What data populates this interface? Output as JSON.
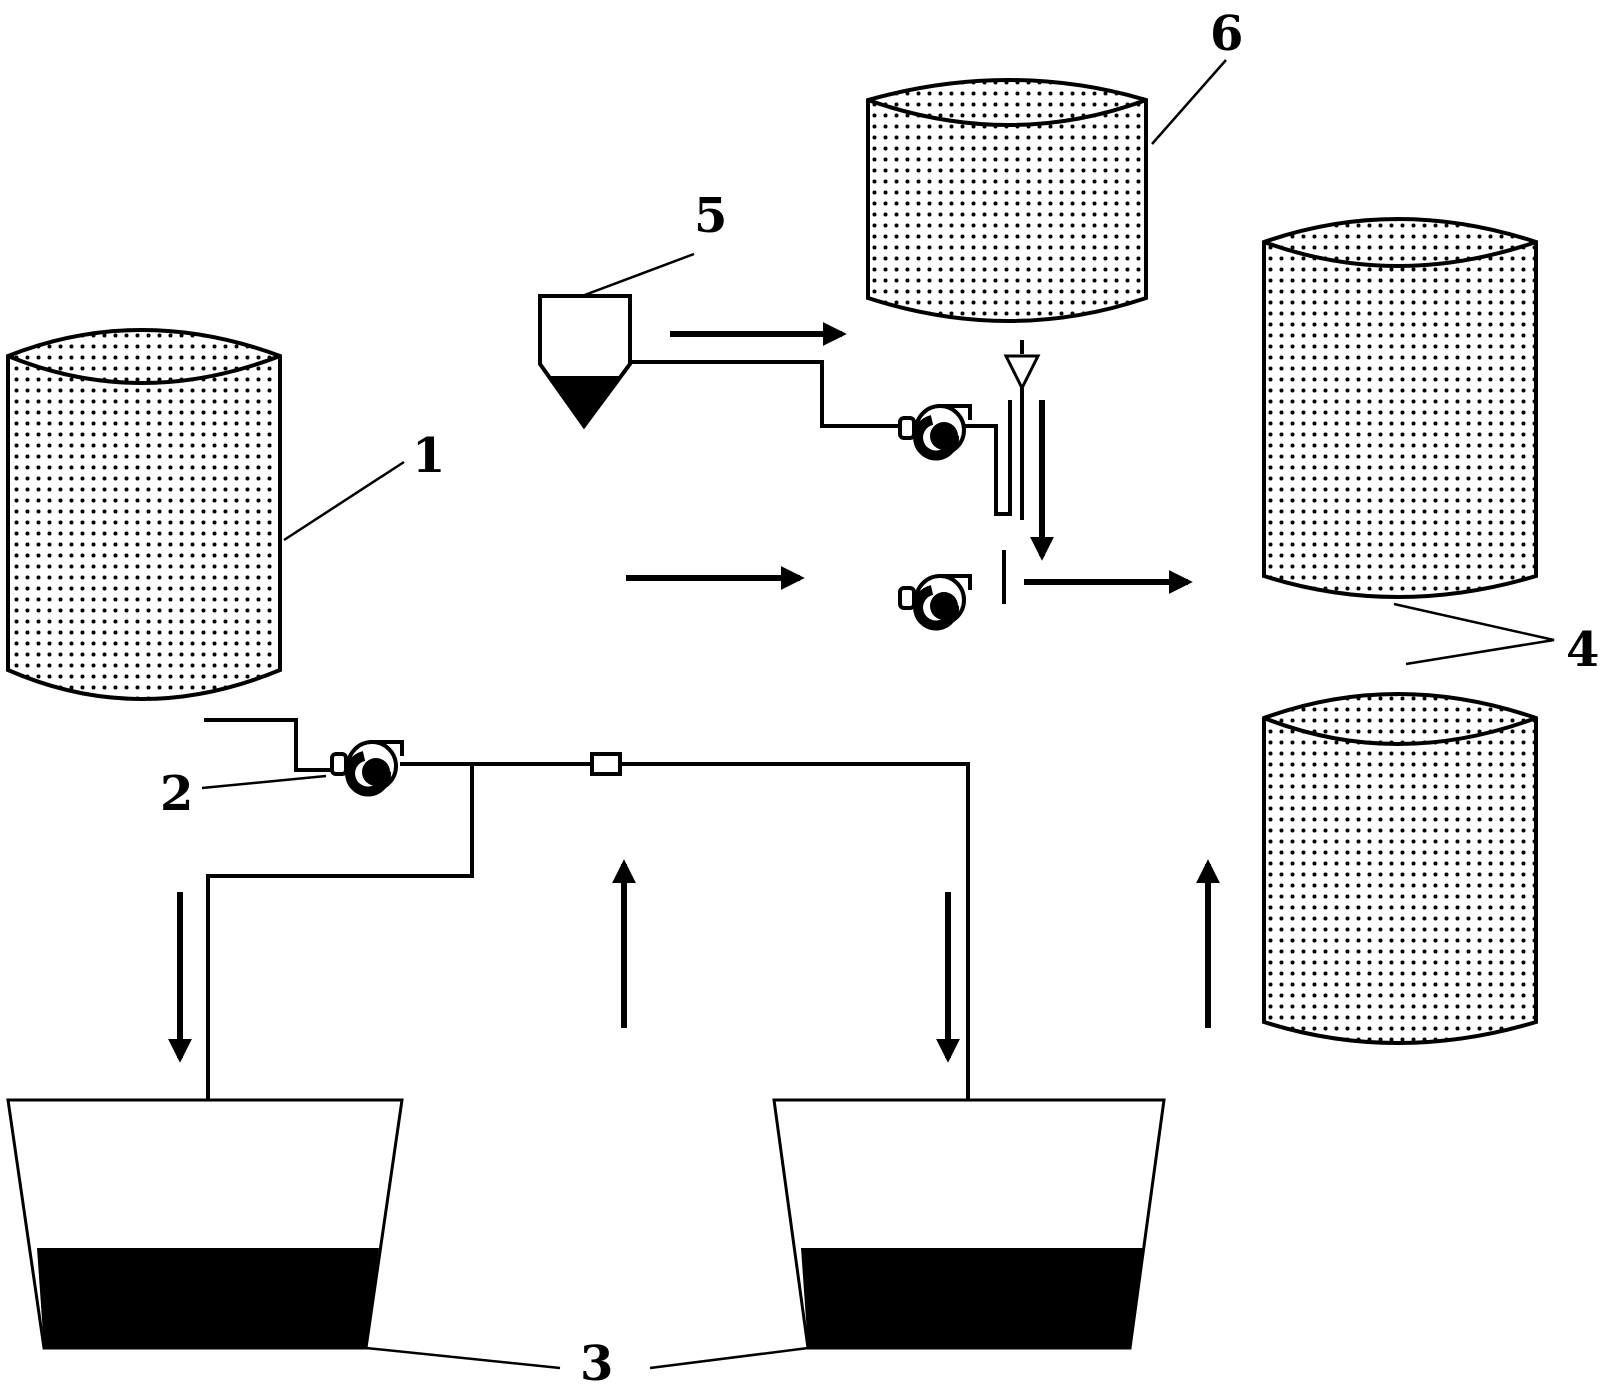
{
  "labels": {
    "tank_1": "1",
    "pump_2": "2",
    "buckets_3": "3",
    "tanks_4": "4",
    "hopper_5": "5",
    "tank_6": "6"
  },
  "colors": {
    "line": "#000000",
    "background": "#ffffff",
    "liquid": "#000000",
    "dots": "#000000"
  },
  "icons": {
    "pump": "centrifugal-pump-icon",
    "hopper": "funnel-hopper-icon",
    "nozzle": "nozzle-icon"
  }
}
